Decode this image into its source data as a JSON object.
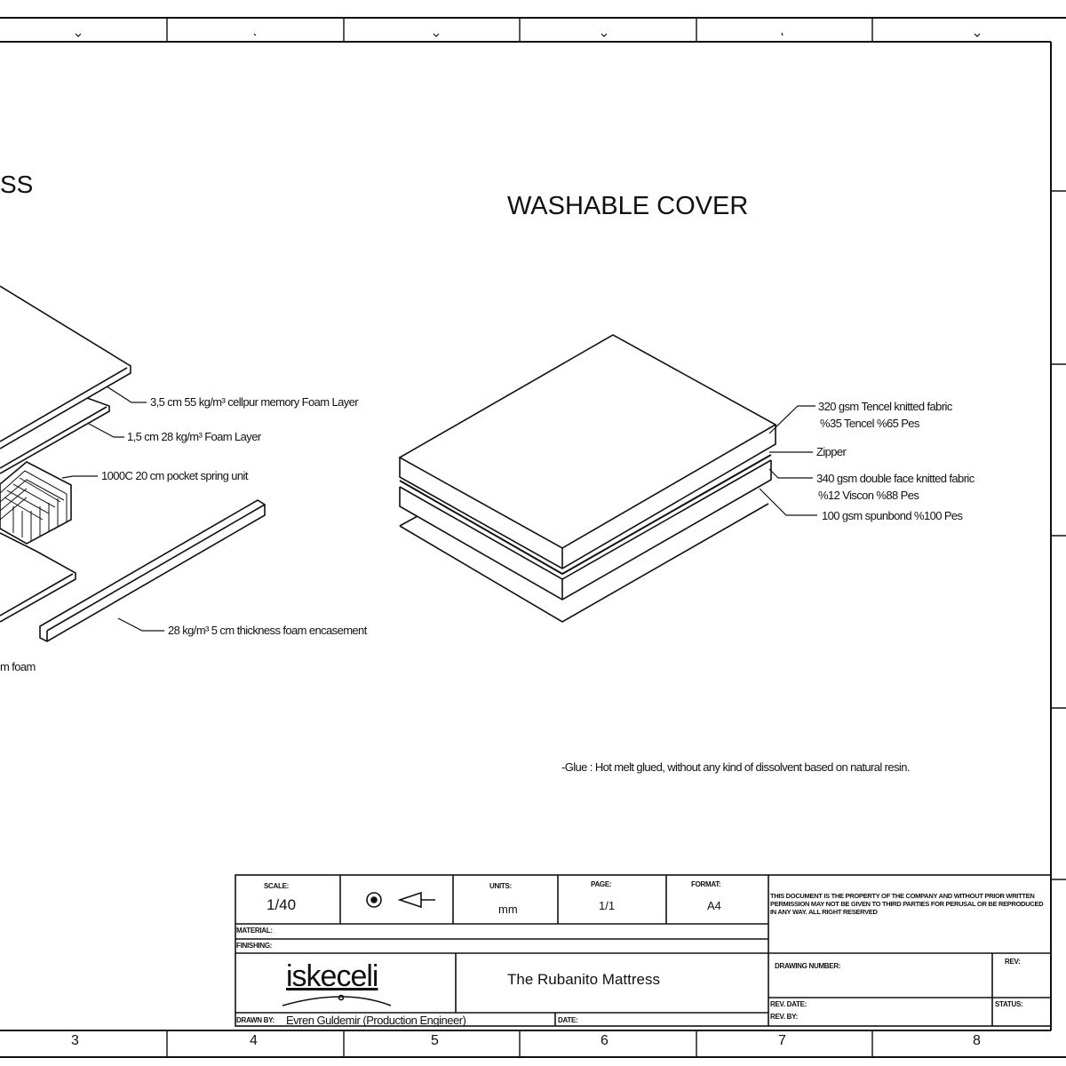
{
  "frame": {
    "bottom_zone_labels": [
      "3",
      "4",
      "5",
      "6",
      "7",
      "8"
    ]
  },
  "views": {
    "mattress_title_partial": "SS",
    "cover_title": "WASHABLE COVER"
  },
  "mattress_labels": [
    "3,5 cm 55 kg/m³ cellpur memory Foam Layer",
    "1,5 cm 28 kg/m³ Foam Layer",
    "1000C 20 cm pocket spring unit",
    "28 kg/m³ 5 cm thickness foam encasement",
    "m foam"
  ],
  "cover_labels": [
    "320 gsm Tencel knitted fabric",
    "%35 Tencel %65 Pes",
    "Zipper",
    "340 gsm double face knitted fabric",
    "%12 Viscon %88 Pes",
    "100 gsm spunbond %100 Pes"
  ],
  "note": "-Glue : Hot melt glued, without any kind of dissolvent based on natural resin.",
  "title_block": {
    "scale_label": "SCALE:",
    "scale_value": "1/40",
    "units_label": "UNITS:",
    "units_value": "mm",
    "page_label": "PAGE:",
    "page_value": "1/1",
    "format_label": "FORMAT:",
    "format_value": "A4",
    "material_label": "MATERIAL:",
    "finishing_label": "FINISHING:",
    "logo_text": "iskeceli",
    "drawing_title": "The Rubanito Mattress",
    "drawn_by_label": "DRAWN BY:",
    "drawn_by_value": "Evren Guldemir (Production Engineer)",
    "date_label": "DATE:",
    "notice": "THIS DOCUMENT IS THE PROPERTY OF THE COMPANY AND WITHOUT PRIOR WRITTEN PERMISSION MAY NOT BE GIVEN TO THIRD PARTIES FOR PERUSAL OR BE REPRODUCED IN ANY WAY. ALL RIGHT RESERVED",
    "drawing_number_label": "DRAWING NUMBER:",
    "rev_label": "REV:",
    "rev_date_label": "REV. DATE:",
    "rev_by_label": "REV. BY:",
    "status_label": "STATUS:"
  }
}
